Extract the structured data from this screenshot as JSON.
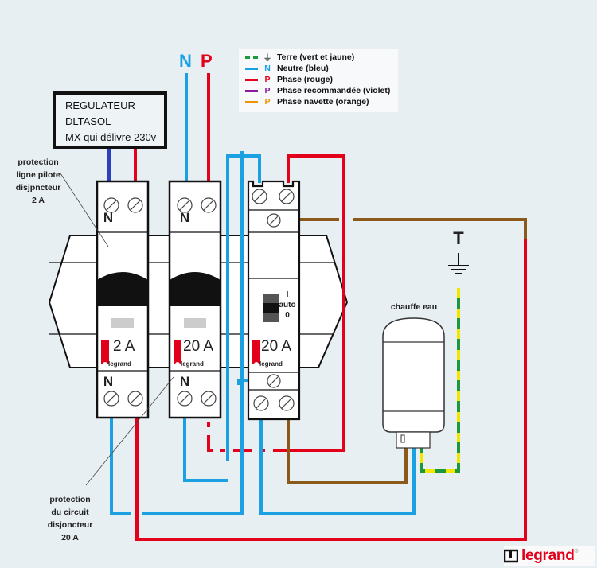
{
  "colors": {
    "background": "#e8eff2",
    "neutral": "#1ba1e2",
    "phase": "#e3001b",
    "phase_recommended": "#8b1a9c",
    "phase_shuttle": "#f39200",
    "brown": "#8b5a1b",
    "earth_green": "#1a9a3c",
    "earth_yellow": "#f2e500",
    "pilot_blue": "#2b3fc1",
    "legrand_red": "#e3001b"
  },
  "supply": {
    "neutral_label": "N",
    "phase_label": "P"
  },
  "legend": {
    "items": [
      {
        "swatch": "earth",
        "symbol": "ground-icon",
        "symbol_text": "⏚",
        "label": "Terre (vert et jaune)"
      },
      {
        "swatch": "neutral",
        "symbol": "N",
        "symbol_text": "N",
        "label": "Neutre (bleu)"
      },
      {
        "swatch": "phase",
        "symbol": "P",
        "symbol_text": "P",
        "label": "Phase (rouge)"
      },
      {
        "swatch": "phase_recommended",
        "symbol": "P",
        "symbol_text": "P",
        "label": "Phase recommandée (violet)"
      },
      {
        "swatch": "phase_shuttle",
        "symbol": "P",
        "symbol_text": "P",
        "label": "Phase navette (orange)"
      }
    ]
  },
  "regulator": {
    "lines": [
      "REGULATEUR",
      "DLTASOL",
      "MX qui délivre 230v"
    ]
  },
  "annotations": {
    "pilot_protection": [
      "protection",
      "ligne pilote",
      "disjpncteur",
      "2 A"
    ],
    "circuit_protection": [
      "protection",
      "du circuit",
      "disjoncteur",
      "20 A"
    ],
    "water_heater": "chauffe eau",
    "earth_terminal": "T"
  },
  "devices": [
    {
      "type": "breaker",
      "rating": "2 A",
      "top_terminal_label": "N",
      "bottom_terminal_label": "N",
      "brand": "legrand"
    },
    {
      "type": "breaker",
      "rating": "20 A",
      "top_terminal_label": "N",
      "bottom_terminal_label": "N",
      "brand": "legrand"
    },
    {
      "type": "contactor",
      "rating": "20 A",
      "brand": "legrand",
      "switch_positions": [
        "I",
        "auto",
        "0"
      ]
    }
  ],
  "brand": {
    "name": "legrand",
    "registered": "®"
  }
}
